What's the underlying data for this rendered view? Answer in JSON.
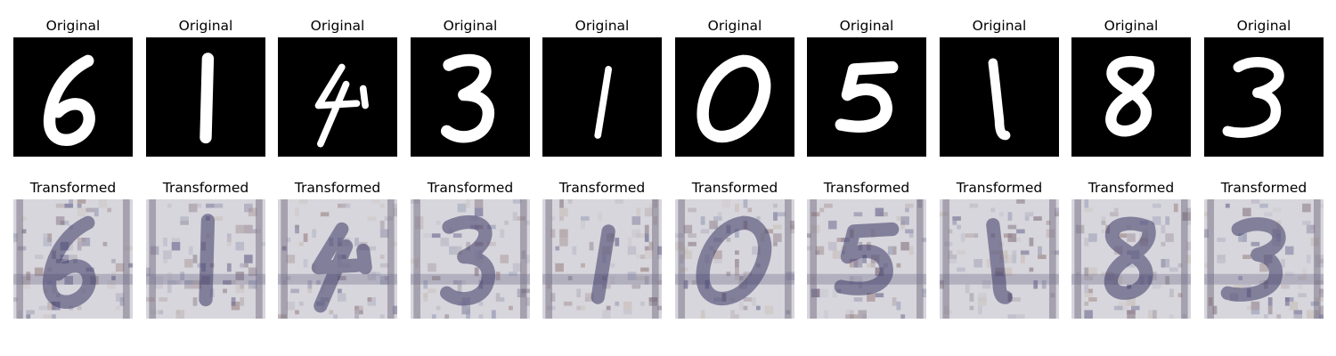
{
  "figure": {
    "rows": [
      {
        "title": "Original",
        "style": "mnist"
      },
      {
        "title": "Transformed",
        "style": "svhn"
      }
    ],
    "digits": [
      "6",
      "1",
      "4",
      "3",
      "1",
      "0",
      "5",
      "1",
      "8",
      "3"
    ]
  },
  "colors": {
    "background": "#ffffff",
    "original_bg": "#000000",
    "original_stroke": "#ffffff",
    "transformed_bg": "#d7d6dc",
    "transformed_stroke": "#3d3866"
  }
}
